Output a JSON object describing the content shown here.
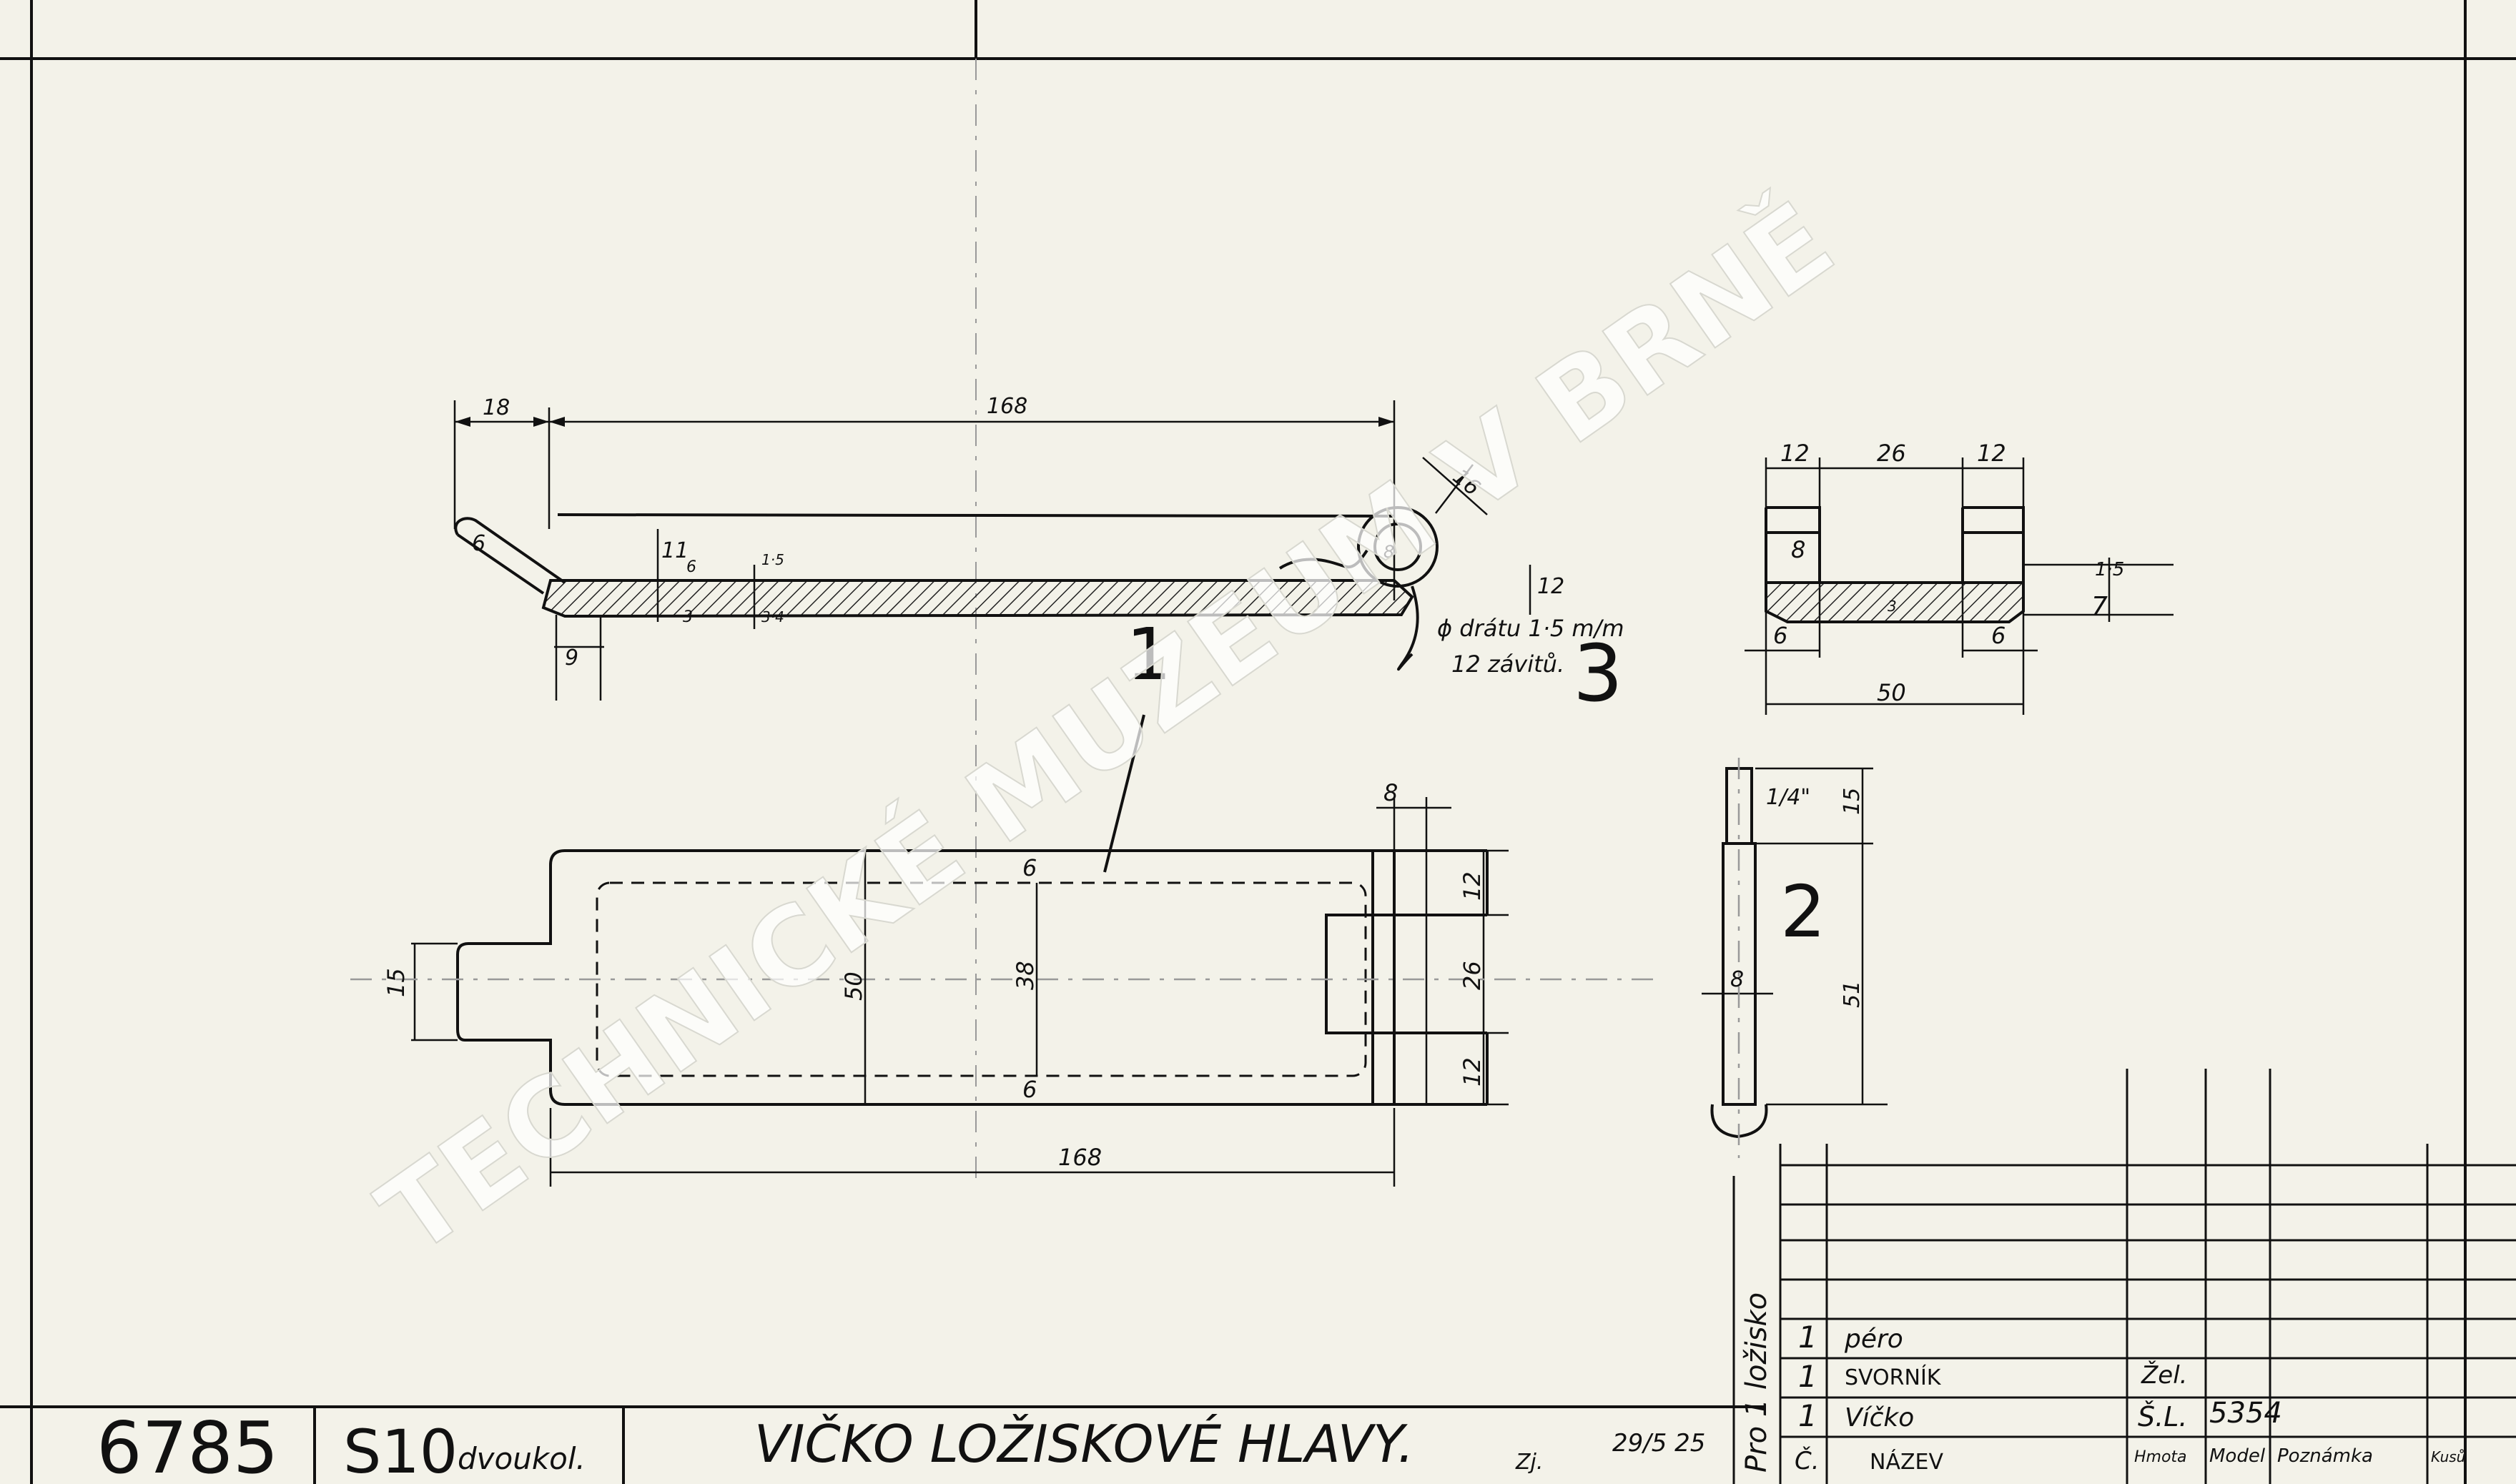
{
  "watermark": "TECHNICKÉ MUZEUM V BRNĚ",
  "dimensions": {
    "side_view": [
      "18",
      "168",
      "16",
      "6",
      "11",
      "6",
      "3",
      "1·5",
      "3·4",
      "12",
      "9",
      "8"
    ],
    "wire_note_line1": "ϕ drátu 1·5 m/m",
    "wire_note_line2": "12 závitů.",
    "part_1_label": "1",
    "part_2_label": "2",
    "part_3_label": "3",
    "section_view": [
      "12",
      "26",
      "12",
      "8",
      "3",
      "1·5",
      "7",
      "6",
      "6",
      "50"
    ],
    "plan_view": [
      "8",
      "15",
      "50",
      "38",
      "6",
      "6",
      "12",
      "26",
      "12",
      "168"
    ],
    "bolt_view": [
      "1/4\"",
      "15",
      "8",
      "51"
    ]
  },
  "title_block": {
    "drawing_number": "6785",
    "series": "S10",
    "series_note": "dvoukol.",
    "title": "VIČKO LOŽISKOVÉ HLAVY.",
    "initials": "Zj.",
    "date": "29/5 25",
    "side_note": "Pro 1 ložisko",
    "parts_rows": [
      {
        "qty": "1",
        "name": "péro",
        "material": "",
        "model": ""
      },
      {
        "qty": "1",
        "name": "SVORNÍK",
        "material": "Žel.",
        "model": ""
      },
      {
        "qty": "1",
        "name": "Víčko",
        "material": "Š.L.",
        "model": "5354"
      }
    ],
    "header_row": {
      "no": "Č.",
      "name": "NÁZEV",
      "weight": "Hmota",
      "model": "Model",
      "remark": "Poznámka",
      "pieces": "Kusů"
    }
  }
}
